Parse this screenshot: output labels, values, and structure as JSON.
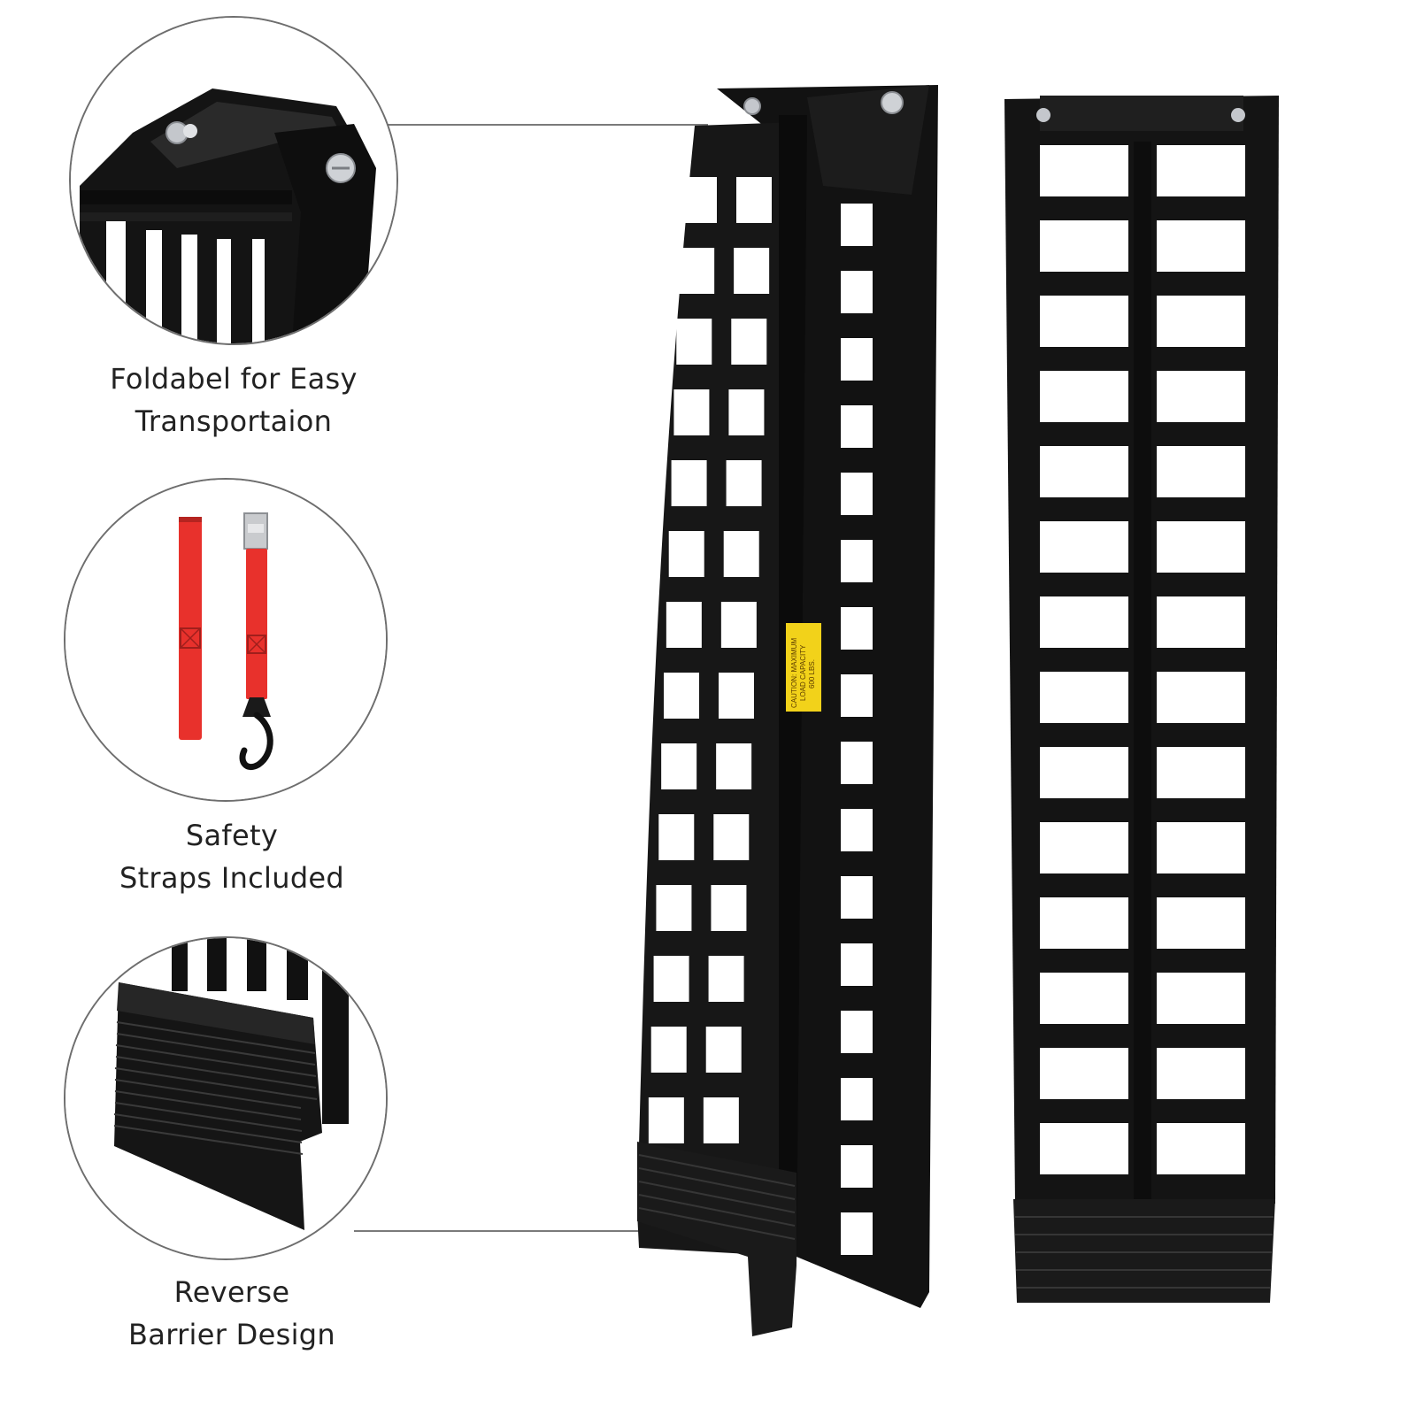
{
  "features": [
    {
      "icon": "fold-hinge-icon",
      "caption": [
        "Foldabel for Easy",
        "Transportaion"
      ]
    },
    {
      "icon": "safety-strap-icon",
      "caption": [
        "Safety",
        "Straps Included"
      ]
    },
    {
      "icon": "reverse-barrier-icon",
      "caption": [
        "Reverse",
        "Barrier Design"
      ]
    }
  ],
  "label_sticker": {
    "text": [
      "CAUTION: MAXIMUM",
      "LOAD CAPACITY",
      "600 LBS."
    ],
    "color": "#f2d21a"
  },
  "colors": {
    "ramp": "#111111",
    "strap": "#e8312c",
    "outline": "#6e6e6e"
  }
}
